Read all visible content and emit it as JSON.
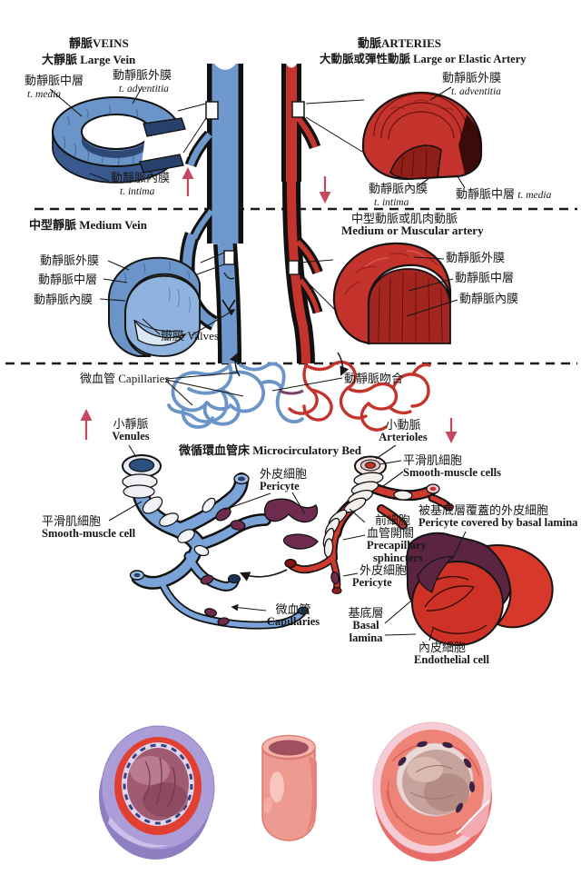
{
  "top_left": {
    "heading": "靜脈VEINS",
    "subheading": "大靜脈 Large Vein",
    "media_zh": "動靜脈中層",
    "media_en": "t. media",
    "adventitia_zh": "動靜脈外膜",
    "adventitia_en": "t. adventitia",
    "intima_zh": "動靜脈內膜",
    "intima_en": "t. intima"
  },
  "top_right": {
    "heading": "動脈ARTERIES",
    "subheading": "大動脈或彈性動脈 Large or Elastic Artery",
    "adventitia_zh": "動靜脈外膜",
    "adventitia_en": "t. adventitia",
    "intima_zh": "動靜脈內膜",
    "intima_en": "t. intima",
    "media_zh": "動靜脈中層",
    "media_en": "t. media"
  },
  "mid_left": {
    "heading": "中型靜脈 Medium Vein",
    "adventitia": "動靜脈外膜",
    "media": "動靜脈中層",
    "intima": "動靜脈內膜",
    "valves": "瓣膜 Valves"
  },
  "mid_right": {
    "heading_zh": "中型動脈或肌肉動脈",
    "heading_en": "Medium or Muscular artery",
    "adventitia": "動靜脈外膜",
    "media": "動靜脈中層",
    "intima": "動靜脈內膜"
  },
  "bed": {
    "capillaries": "微血管 Capillaries",
    "anastomosis": "動靜脈吻合",
    "venules_zh": "小靜脈",
    "venules_en": "Venules",
    "arterioles_zh": "小動脈",
    "arterioles_en": "Arterioles",
    "title": "微循環血管床 Microcirculatory Bed"
  },
  "micro": {
    "smc_cells_zh": "平滑肌細胞",
    "smc_cells_en": "Smooth-muscle cells",
    "smc_cell_zh": "平滑肌細胞",
    "smc_cell_en": "Smooth-muscle cell",
    "pericyte_upper_zh": "外皮細胞",
    "pericyte_upper_en": "Pericyte",
    "precap_zh1": "前細胞",
    "precap_zh2": "血管開關",
    "precap_en1": "Precapillary",
    "precap_en2": "sphincters",
    "pericyte_lower_zh": "外皮細胞",
    "pericyte_lower_en": "Pericyte",
    "capillaries_zh": "微血管",
    "capillaries_en": "Capillaries",
    "covered_zh": "被基底層覆蓋的外皮細胞",
    "covered_en": "Pericyte covered by basal lamina",
    "basal_zh": "基底層",
    "basal_en1": "Basal",
    "basal_en2": "lamina",
    "endothelial_zh": "內皮細胞",
    "endothelial_en": "Endothelial cell"
  },
  "flow_arrows": {
    "vein_flow_direction": "up",
    "artery_flow_direction": "down"
  },
  "bottom_row": {
    "left_figure": "vein cross-section",
    "middle_figure": "capillary tube",
    "right_figure": "artery cross-section"
  },
  "colors": {
    "vein_blue": "#6b94c8",
    "vein_blue_light": "#9dbce2",
    "artery_red": "#c5342c",
    "artery_red_dark": "#8f1d18",
    "pericyte_maroon": "#6e2b4e",
    "basal_purple": "#5b2542",
    "flow_arrow_red": "#c4495e",
    "vein_ring_lavender": "#ab9ed8",
    "artery_ring_salmon": "#ee8378"
  }
}
